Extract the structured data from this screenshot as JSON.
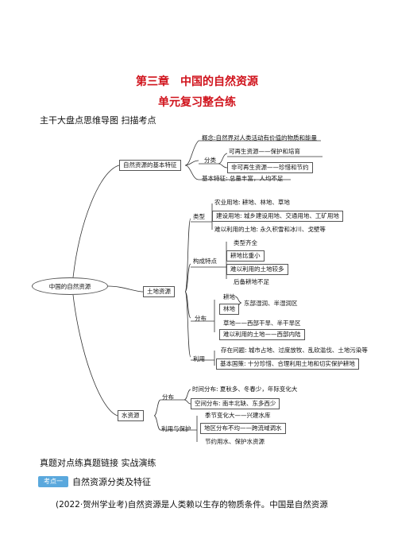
{
  "doc": {
    "chapter_title": "第三章　中国的自然资源",
    "subtitle": "单元复习整合练",
    "heading_mindmap": "主干大盘点思维导图  扫描考点",
    "heading_practice": "真题对点练真题链接  实战演练",
    "badge": "考点一",
    "point_title": "自然资源分类及特征",
    "paragraph": "(2022·贺州学业考)自然资源是人类赖以生存的物质条件。中国是自然资源"
  },
  "mindmap": {
    "root": "中国的自然资源",
    "b1": {
      "label": "自然资源的基本特征",
      "concept": "概念:自然界对人类活动有价值的物质和能量",
      "classify": "分类",
      "renewable": "可再生资源——保护和培育",
      "nonrenewable": "非可再生资源——珍惜和节约",
      "basic": "基本特征: 总量丰富，人均不足"
    },
    "b2": {
      "label": "土地资源",
      "type": "类型",
      "t1": "农业用地: 耕地、林地、草地",
      "t2": "建设用地: 城乡建设用地、交通用地、工矿用地",
      "t3": "难以利用的土地: 永久积雪和冰川、戈壁等",
      "struct": "构成特点",
      "s1": "类型齐全",
      "s2": "耕地比重小",
      "s3": "难以利用的土地较多",
      "s4": "后备耕地不足",
      "dist": "分布",
      "d1": "耕地",
      "d2": "林地",
      "d12": "东部湿润、半湿润区",
      "d3": "草地——西部干旱、半干旱区",
      "d4": "难以利用的土地——西部内陆",
      "use": "利用",
      "u1": "存在问题: 城市占地、过度放牧、乱砍滥伐、土地污染等",
      "u2": "基本国策: 十分珍惜、合理利用土地和切实保护耕地"
    },
    "b3": {
      "label": "水资源",
      "dist": "分布",
      "w1": "时间分布: 夏秋多、冬春少，年际变化大",
      "w2": "空间分布: 南丰北缺、东多西少",
      "use": "利用与保护",
      "p1": "季节变化大——兴建水库",
      "p2": "地区分布不均——跨流域调水",
      "p3": "节约用水、保护水资源"
    }
  }
}
